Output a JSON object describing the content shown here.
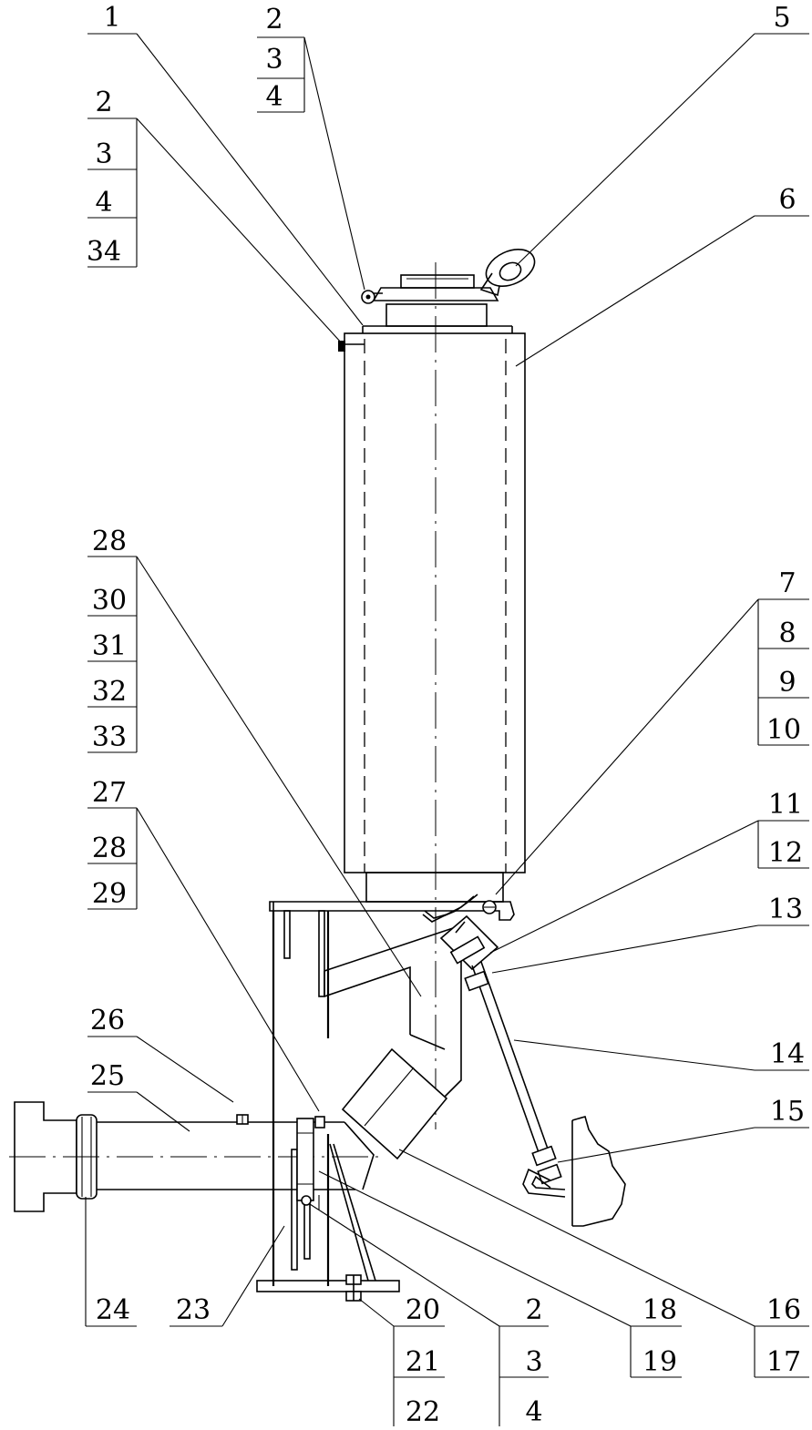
{
  "callouts": [
    {
      "id": "c1",
      "labels": [
        "1"
      ]
    },
    {
      "id": "c2",
      "labels": [
        "2",
        "3",
        "4"
      ]
    },
    {
      "id": "c3",
      "labels": [
        "5"
      ]
    },
    {
      "id": "c4",
      "labels": [
        "2",
        "3",
        "4",
        "34"
      ]
    },
    {
      "id": "c5",
      "labels": [
        "6"
      ]
    },
    {
      "id": "c6",
      "labels": [
        "28",
        "30",
        "31",
        "32",
        "33"
      ]
    },
    {
      "id": "c7",
      "labels": [
        "7",
        "8",
        "9",
        "10"
      ]
    },
    {
      "id": "c8",
      "labels": [
        "11",
        "12"
      ]
    },
    {
      "id": "c9",
      "labels": [
        "13"
      ]
    },
    {
      "id": "c10",
      "labels": [
        "27",
        "28",
        "29"
      ]
    },
    {
      "id": "c11",
      "labels": [
        "26"
      ]
    },
    {
      "id": "c12",
      "labels": [
        "25"
      ]
    },
    {
      "id": "c13",
      "labels": [
        "14"
      ]
    },
    {
      "id": "c14",
      "labels": [
        "15"
      ]
    },
    {
      "id": "c15",
      "labels": [
        "24"
      ]
    },
    {
      "id": "c16",
      "labels": [
        "23"
      ]
    },
    {
      "id": "c17",
      "labels": [
        "20",
        "21",
        "22"
      ]
    },
    {
      "id": "c18",
      "labels": [
        "2",
        "3",
        "4"
      ]
    },
    {
      "id": "c19",
      "labels": [
        "18",
        "19"
      ]
    },
    {
      "id": "c20",
      "labels": [
        "16",
        "17"
      ]
    }
  ]
}
